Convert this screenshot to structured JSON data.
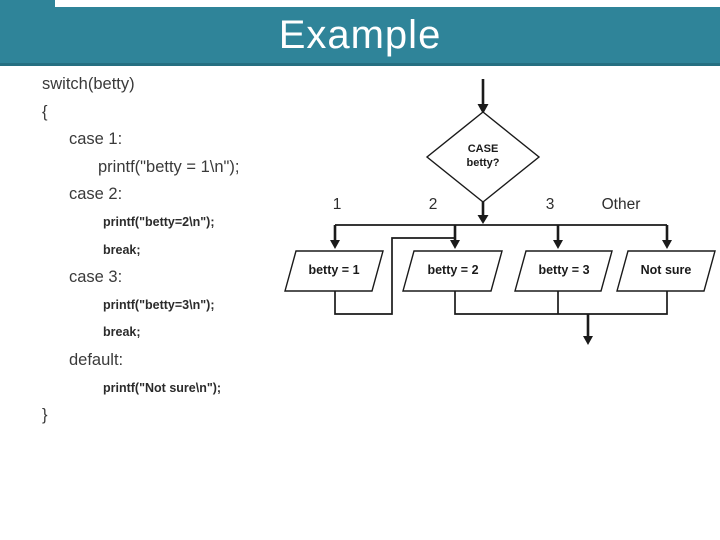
{
  "slide": {
    "title": "Example"
  },
  "theme": {
    "header_teal": "#2f8499",
    "header_edge": "#256f81",
    "code_text": "#3a3a3a",
    "line_color": "#1a1a1a",
    "background": "#ffffff"
  },
  "code": {
    "lines": [
      {
        "text": "switch(betty)"
      },
      {
        "text": "{"
      },
      {
        "text": "case 1:"
      },
      {
        "text": "printf(\"betty = 1\\n\");"
      },
      {
        "text": "case 2:"
      },
      {
        "text": "printf(\"betty=2\\n\");"
      },
      {
        "text": "break;"
      },
      {
        "text": "case 3:"
      },
      {
        "text": "printf(\"betty=3\\n\");"
      },
      {
        "text": "break;"
      },
      {
        "text": "default:"
      },
      {
        "text": "printf(\"Not sure\\n\");"
      },
      {
        "text": "}"
      }
    ]
  },
  "flowchart": {
    "decision": {
      "line1": "CASE",
      "line2": "betty?"
    },
    "branch_labels": [
      "1",
      "2",
      "3",
      "Other"
    ],
    "boxes": [
      "betty = 1",
      "betty = 2",
      "betty = 3",
      "Not sure"
    ],
    "structure_note": "decision CASE betty? branches 1/2/3/Other to the four boxes; betty = 1 falls through into betty = 2; betty = 2, betty = 3 and Not sure join and exit downward"
  }
}
